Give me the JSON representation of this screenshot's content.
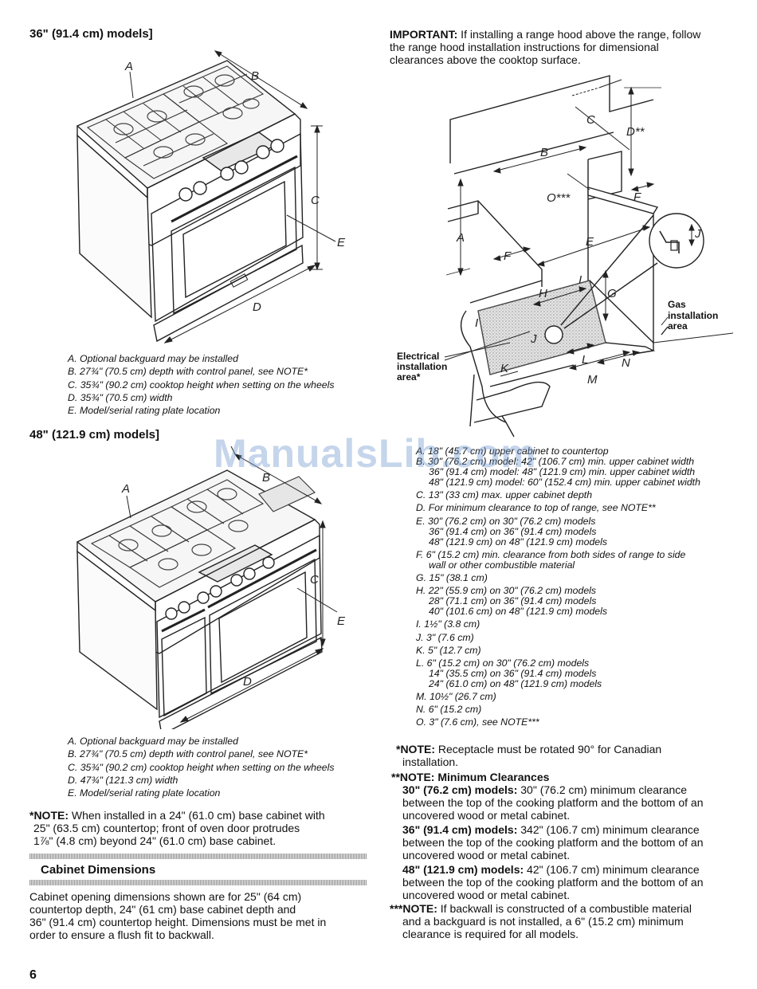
{
  "left": {
    "heading_36": "36\" (91.4 cm) models]",
    "figure_36_labels": [
      "A",
      "B",
      "C",
      "D",
      "E"
    ],
    "caption_36": [
      "A. Optional backguard may be installed",
      "B. 27¾\" (70.5 cm) depth with control panel, see NOTE*",
      "C. 35¾\" (90.2 cm) cooktop height when setting on the wheels",
      "D. 35¾\" (70.5 cm) width",
      "E. Model/serial rating plate location"
    ],
    "heading_48": "48\" (121.9 cm) models]",
    "figure_48_labels": [
      "A",
      "B",
      "C",
      "D",
      "E"
    ],
    "caption_48": [
      "A. Optional backguard may be installed",
      "B. 27¾\" (70.5 cm) depth with control panel, see NOTE*",
      "C. 35¾\" (90.2 cm) cooktop height when setting on the wheels",
      "D. 47¾\" (121.3 cm) width",
      "E. Model/serial rating plate location"
    ],
    "note": {
      "label": "*NOTE:",
      "line1": " When installed in a 24\" (61.0 cm) base cabinet with",
      "line2": "25\" (63.5 cm) countertop; front of oven door protrudes",
      "line3": "1⅞\" (4.8 cm) beyond 24\" (61.0 cm) base cabinet."
    },
    "section_title": "Cabinet Dimensions",
    "section_body": [
      "Cabinet opening dimensions shown are for 25\" (64 cm)",
      "countertop depth, 24\" (61 cm) base cabinet depth and",
      "36\" (91.4 cm) countertop height. Dimensions must be met in",
      "order to ensure a flush fit to backwall."
    ]
  },
  "right": {
    "important_label": "IMPORTANT:",
    "important_lines": [
      " If installing a range hood above the range, follow",
      "the range hood installation instructions for dimensional",
      "clearances above the cooktop surface."
    ],
    "diagram_labels": [
      "A",
      "B",
      "C",
      "D**",
      "E",
      "F",
      "F",
      "G",
      "H",
      "I",
      "I",
      "J",
      "J",
      "K",
      "L",
      "M",
      "N",
      "O***"
    ],
    "gas_area_label": [
      "Gas",
      "installation",
      "area"
    ],
    "electrical_area_label": [
      "Electrical",
      "installation",
      "area*"
    ],
    "legend": [
      {
        "item": "A. 18\" (45.7 cm) upper cabinet to countertop",
        "subs": []
      },
      {
        "item": "B. 30\" (76.2 cm) model: 42\" (106.7 cm) min. upper cabinet width",
        "subs": [
          "36\" (91.4 cm) model: 48\" (121.9 cm) min. upper cabinet width",
          "48\" (121.9 cm) model: 60\" (152.4 cm) min. upper cabinet width"
        ]
      },
      {
        "item": "C. 13\" (33 cm) max. upper cabinet depth",
        "subs": []
      },
      {
        "item": "D. For minimum clearance to top of range, see NOTE**",
        "subs": []
      },
      {
        "item": "E. 30\" (76.2 cm) on 30\" (76.2 cm) models",
        "subs": [
          "36\" (91.4 cm) on 36\" (91.4 cm) models",
          "48\" (121.9 cm) on 48\" (121.9 cm) models"
        ]
      },
      {
        "item": "F. 6\" (15.2 cm) min. clearance from both sides of range to side",
        "subs": [
          "wall or other combustible material"
        ]
      },
      {
        "item": "G. 15\" (38.1 cm)",
        "subs": []
      },
      {
        "item": "H. 22\" (55.9 cm) on 30\" (76.2 cm) models",
        "subs": [
          "28\" (71.1 cm) on 36\" (91.4 cm) models",
          "40\" (101.6 cm) on 48\" (121.9 cm) models"
        ]
      },
      {
        "item": "I. 1½\" (3.8 cm)",
        "subs": []
      },
      {
        "item": "J. 3\" (7.6 cm)",
        "subs": []
      },
      {
        "item": "K. 5\" (12.7 cm)",
        "subs": []
      },
      {
        "item": "L. 6\" (15.2 cm) on 30\" (76.2 cm) models",
        "subs": [
          "14\" (35.5 cm) on 36\" (91.4 cm) models",
          "24\" (61.0 cm) on 48\" (121.9 cm) models"
        ]
      },
      {
        "item": "M. 10½\" (26.7 cm)",
        "subs": []
      },
      {
        "item": "N. 6\" (15.2 cm)",
        "subs": []
      },
      {
        "item": "O. 3\" (7.6 cm), see NOTE***",
        "subs": []
      }
    ],
    "note1": {
      "label": "*NOTE:",
      "lines": [
        " Receptacle must be rotated 90° for Canadian",
        "installation."
      ]
    },
    "note2": {
      "label": "**NOTE: Minimum Clearances",
      "paras": [
        {
          "bold": "30\" (76.2 cm) models:",
          "lines": [
            " 30\" (76.2 cm) minimum clearance",
            "between the top of the cooking platform and the bottom of an",
            "uncovered wood or metal cabinet."
          ]
        },
        {
          "bold": "36\" (91.4 cm) models:",
          "lines": [
            " 342\" (106.7 cm) minimum clearance",
            "between the top of the cooking platform and the bottom of an",
            "uncovered wood or metal cabinet."
          ]
        },
        {
          "bold": "48\" (121.9 cm) models:",
          "lines": [
            " 42\" (106.7 cm) minimum clearance",
            "between the top of the cooking platform and the bottom of an",
            "uncovered wood or metal cabinet."
          ]
        }
      ]
    },
    "note3": {
      "label": "***NOTE:",
      "lines": [
        " If backwall is constructed of a combustible material",
        "and a backguard is not installed, a 6\" (15.2 cm) minimum",
        "clearance is required for all models."
      ]
    }
  },
  "page_number": "6",
  "watermark": "ManualsLib.com"
}
